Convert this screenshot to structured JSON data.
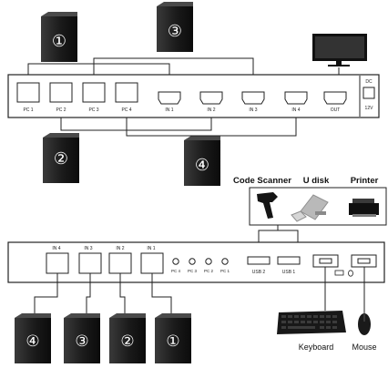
{
  "top_unit": {
    "usb_ports": [
      "PC 1",
      "PC 2",
      "PC 3",
      "PC 4"
    ],
    "hdmi_ports": [
      "IN 1",
      "IN 2",
      "IN 3",
      "IN 4",
      "OUT"
    ],
    "dc_label": "DC",
    "voltage_label": "12V"
  },
  "top_pcs": [
    "①",
    "③",
    "②",
    "④"
  ],
  "peripherals": {
    "code_scanner": "Code Scanner",
    "u_disk": "U disk",
    "printer": "Printer",
    "keyboard": "Keyboard",
    "mouse": "Mouse"
  },
  "bottom_unit": {
    "usb_b_ports": [
      "IN 4",
      "IN 3",
      "IN 2",
      "IN 1"
    ],
    "leds": [
      "PC 4",
      "PC 3",
      "PC 2",
      "PC 1"
    ],
    "usb_a_ports": [
      "USB 2",
      "USB 1"
    ]
  },
  "bottom_pcs": [
    "④",
    "③",
    "②",
    "①"
  ],
  "colors": {
    "line": "#222222",
    "tower": "#1c1c1c"
  }
}
